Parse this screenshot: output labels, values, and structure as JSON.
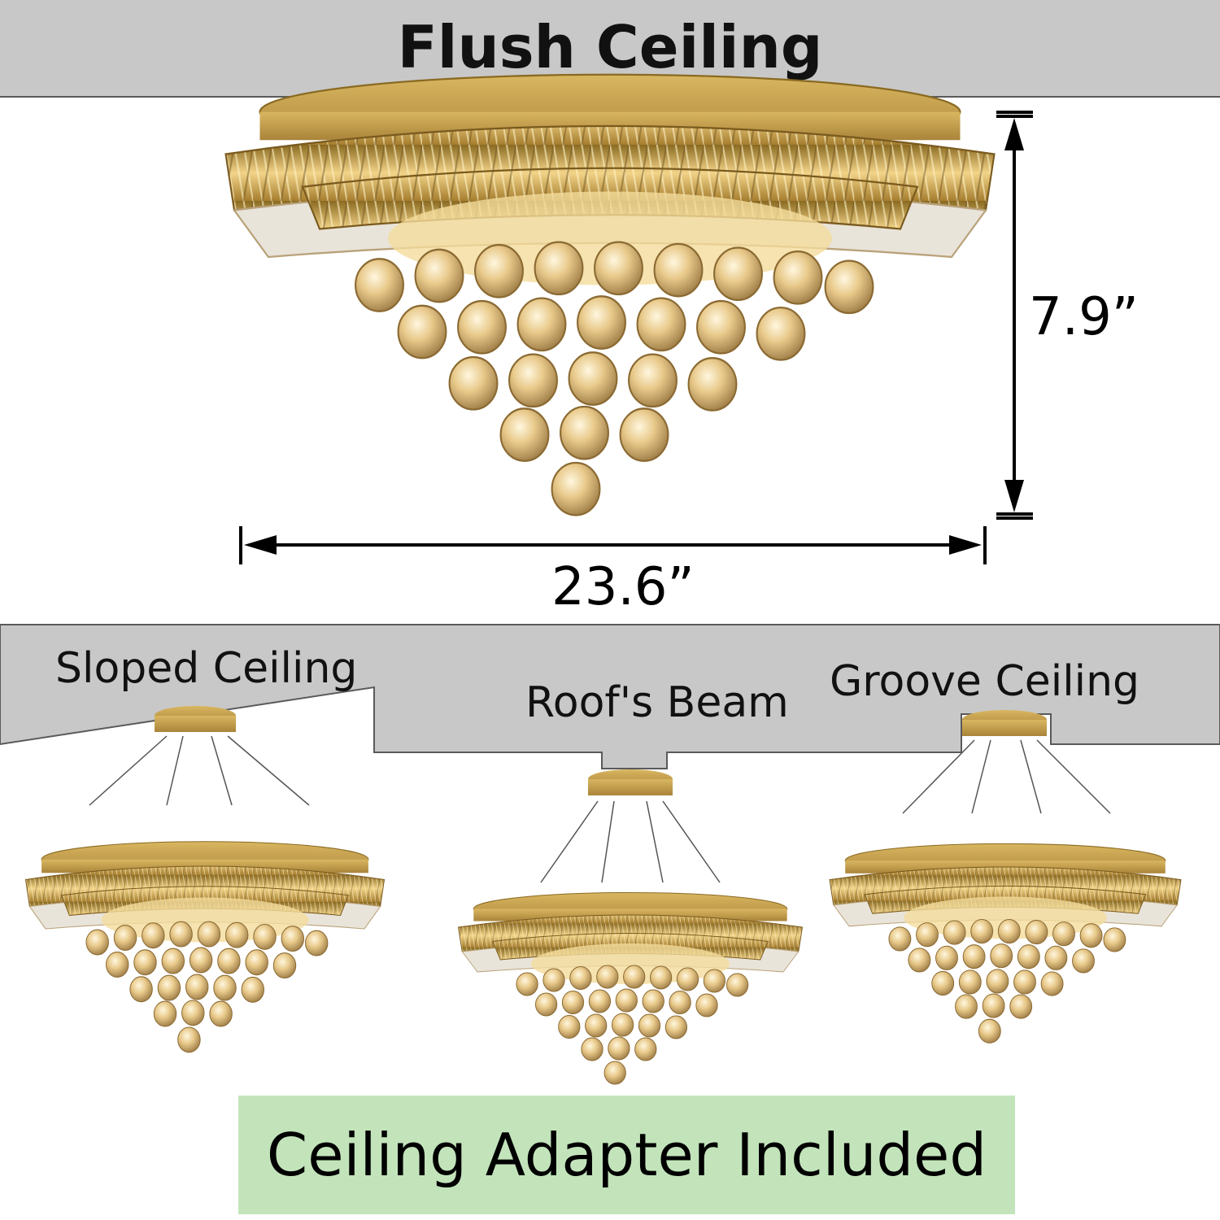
{
  "header": {
    "title": "Flush Ceiling"
  },
  "dimensions": {
    "height": "7.9”",
    "width": "23.6”"
  },
  "mount_types": [
    {
      "label": "Sloped Ceiling"
    },
    {
      "label": "Roof's Beam"
    },
    {
      "label": "Groove Ceiling"
    }
  ],
  "footer": {
    "note": "Ceiling Adapter Included"
  },
  "colors": {
    "gold": "#c9a24a",
    "ceiling_gray": "#c8c8c8",
    "adapter_green": "#c3e4bb"
  }
}
